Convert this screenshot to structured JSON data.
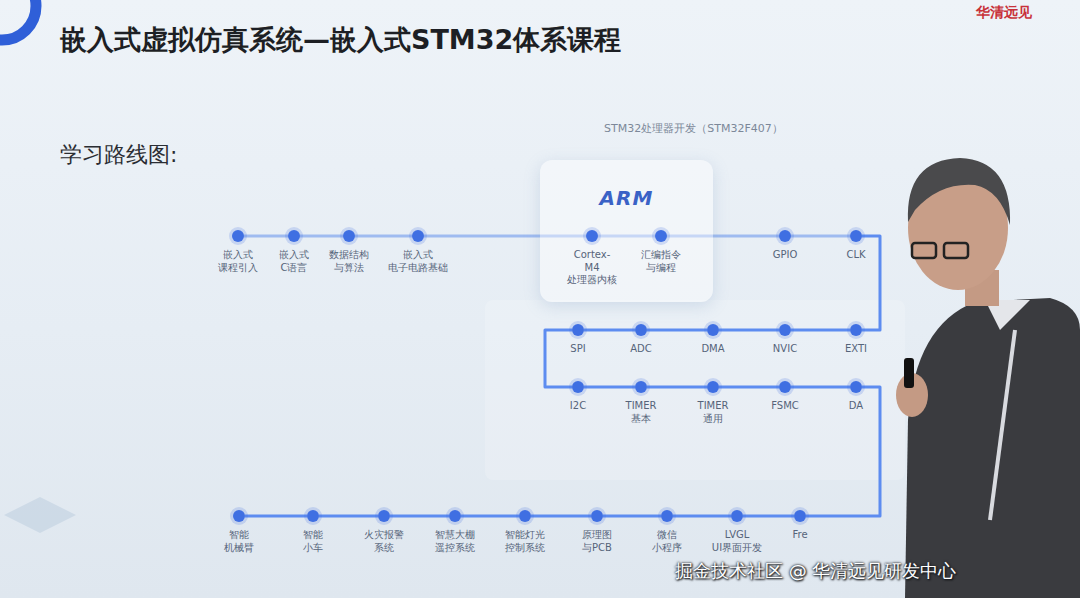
{
  "diagram": {
    "title": "嵌入式虚拟仿真系统—嵌入式STM32体系课程",
    "nodes": [
      {
        "text": [
          "ARM"
        ]
      },
      {
        "text": [
          "嵌入式 课程引入"
        ]
      },
      {
        "text": [
          "嵌入式 C语言"
        ]
      },
      {
        "text": [
          "数据结构 与算法"
        ]
      },
      {
        "text": [
          "嵌入式 电子电路基础"
        ]
      },
      {
        "text": [
          "Cortex-M4 处理器内核"
        ],
        "in": 0
      },
      {
        "text": [
          "汇编指令 与编程"
        ],
        "in": 0
      },
      {
        "text": [
          "GPIO"
        ]
      },
      {
        "text": [
          "CLK"
        ]
      },
      {
        "text": [
          "SPI"
        ]
      },
      {
        "text": [
          "ADC"
        ]
      },
      {
        "text": [
          "DMA"
        ]
      },
      {
        "text": [
          "NVIC"
        ]
      },
      {
        "text": [
          "EXTI"
        ]
      },
      {
        "text": [
          "I2C"
        ]
      },
      {
        "text": [
          "TIMER 基本"
        ]
      },
      {
        "text": [
          "TIMER 通用"
        ]
      },
      {
        "text": [
          "FSMC"
        ]
      },
      {
        "text": [
          "DA"
        ]
      },
      {
        "text": [
          "智能 机械臂"
        ]
      },
      {
        "text": [
          "智能 小车"
        ]
      },
      {
        "text": [
          "火灾报警 系统"
        ]
      },
      {
        "text": [
          "智慧大棚 遥控系统"
        ]
      },
      {
        "text": [
          "智能灯光 控制系统"
        ]
      },
      {
        "text": [
          "原理图 与PCB"
        ]
      },
      {
        "text": [
          "微信 小程序"
        ]
      },
      {
        "text": [
          "LVGL UI界面开发"
        ]
      },
      {
        "text": [
          "Fre"
        ]
      }
    ],
    "edges": [
      {
        "from": 1,
        "to": 2,
        "arrow": "none"
      },
      {
        "from": 2,
        "to": 3,
        "arrow": "none"
      },
      {
        "from": 3,
        "to": 4,
        "arrow": "none"
      },
      {
        "from": 4,
        "to": 5,
        "arrow": "none"
      },
      {
        "from": 5,
        "to": 6,
        "arrow": "none"
      },
      {
        "from": 6,
        "to": 7,
        "arrow": "none"
      },
      {
        "from": 7,
        "to": 8,
        "arrow": "none"
      },
      {
        "from": 8,
        "to": 13,
        "arrow": "none"
      },
      {
        "from": 13,
        "to": 12,
        "arrow": "none"
      },
      {
        "from": 12,
        "to": 11,
        "arrow": "none"
      },
      {
        "from": 11,
        "to": 10,
        "arrow": "none"
      },
      {
        "from": 10,
        "to": 9,
        "arrow": "none"
      },
      {
        "from": 9,
        "to": 14,
        "arrow": "none"
      },
      {
        "from": 14,
        "to": 15,
        "arrow": "none"
      },
      {
        "from": 15,
        "to": 16,
        "arrow": "none"
      },
      {
        "from": 16,
        "to": 17,
        "arrow": "none"
      },
      {
        "from": 17,
        "to": 18,
        "arrow": "none"
      },
      {
        "from": 18,
        "to": 27,
        "arrow": "none"
      },
      {
        "from": 27,
        "to": 26,
        "arrow": "none"
      },
      {
        "from": 26,
        "to": 25,
        "arrow": "none"
      },
      {
        "from": 25,
        "to": 24,
        "arrow": "none"
      },
      {
        "from": 24,
        "to": 23,
        "arrow": "none"
      },
      {
        "from": 23,
        "to": 22,
        "arrow": "none"
      },
      {
        "from": 22,
        "to": 21,
        "arrow": "none"
      },
      {
        "from": 21,
        "to": 20,
        "arrow": "none"
      },
      {
        "from": 20,
        "to": 19,
        "arrow": "none"
      }
    ],
    "labels": [
      "学习路线图:",
      "STM32处理器开发（STM32F407）",
      "华清远见",
      "掘金技术社区 @ 华清远见研发中心"
    ]
  }
}
